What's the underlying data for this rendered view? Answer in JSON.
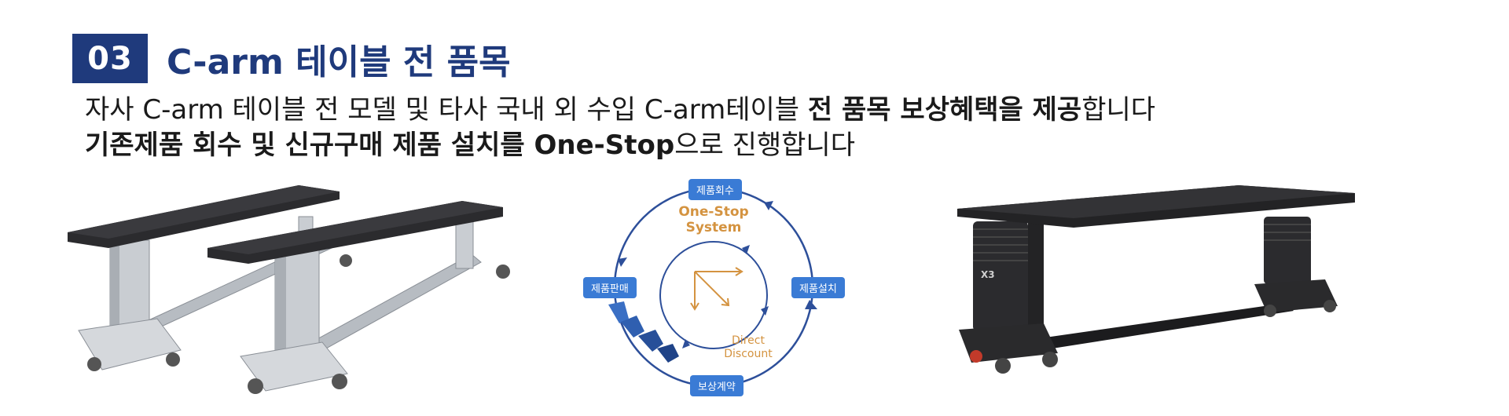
{
  "heading": {
    "number": "03",
    "title": "C-arm 테이블 전 품목"
  },
  "description": {
    "line1_normal_a": "자사 C-arm 테이블 전 모델 및 타사 국내 외 수입 C-arm테이블 ",
    "line1_bold": "전 품목 보상혜택을 제공",
    "line1_normal_b": "합니다",
    "line2_bold": "기존제품 회수 및 신규구매 제품 설치를 One-Stop",
    "line2_normal": "으로 진행합니다"
  },
  "cycle": {
    "top": "제품회수",
    "right": "제품설치",
    "bottom": "보상계약",
    "left": "제품판매",
    "center_title_line1": "One-Stop",
    "center_title_line2": "System",
    "discount_line1": "Direct",
    "discount_line2": "Discount"
  },
  "products": {
    "right_model_mark": "X3"
  },
  "colors": {
    "navy": "#1f3a7c",
    "step_blue": "#3a7bd5",
    "accent_orange": "#d49340",
    "circle_blue": "#2d4f9a"
  }
}
